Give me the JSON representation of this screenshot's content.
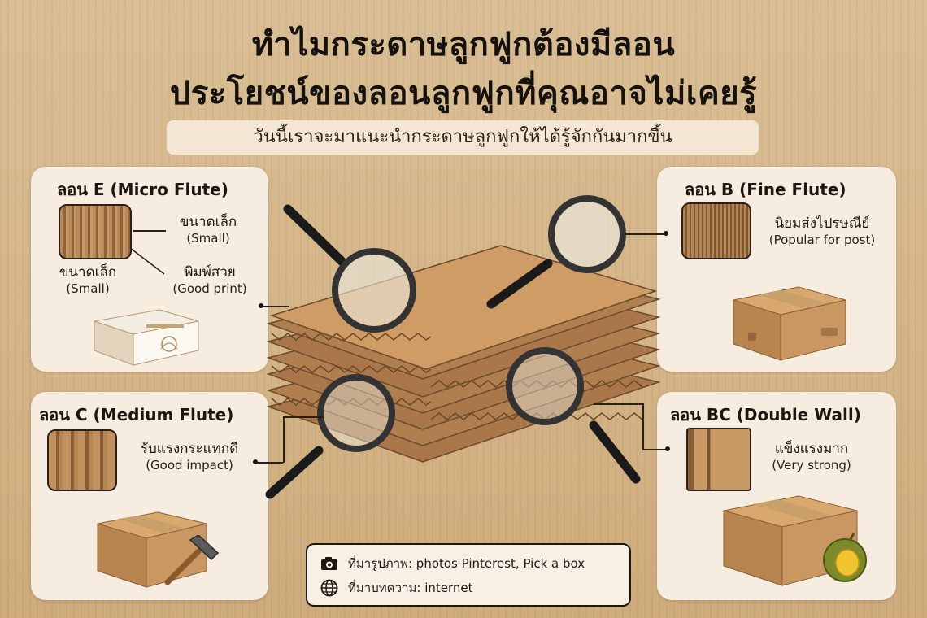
{
  "header": {
    "title_line1": "ทำไมกระดาษลูกฟูกต้องมีลอน",
    "title_line2": "ประโยชน์ของลอนลูกฟูกที่คุณอาจไม่เคยรู้",
    "subtitle": "วันนี้เราจะมาแนะนำกระดาษลูกฟูกให้ได้รู้จักกันมากขึ้น"
  },
  "panels": {
    "e": {
      "title": "ลอน E (Micro Flute)",
      "label1_th": "ขนาดเล็ก",
      "label1_en": "(Small)",
      "label2_th": "ขนาดเล็ก",
      "label2_en": "(Small)",
      "label3_th": "พิมพ์สวย",
      "label3_en": "(Good print)"
    },
    "b": {
      "title": "ลอน B (Fine Flute)",
      "label_th": "นิยมส่งไปรษณีย์",
      "label_en": "(Popular for post)"
    },
    "c": {
      "title": "ลอน C (Medium Flute)",
      "label_th": "รับแรงกระแทกดี",
      "label_en": "(Good impact)"
    },
    "bc": {
      "title": "ลอน BC (Double Wall)",
      "label_th": "แข็งแรงมาก",
      "label_en": "(Very strong)"
    }
  },
  "sources": {
    "photos": "ที่มารูปภาพ: photos Pinterest, Pick a box",
    "article": "ที่มาบทความ: internet"
  },
  "icons": {
    "camera": "camera-icon",
    "globe": "globe-icon",
    "magnifier": "magnifying-glass-icon",
    "hammer": "hammer-icon",
    "durian": "durian-icon"
  },
  "colors": {
    "background": "#d6b98c",
    "panel": "#f6ece0",
    "text": "#1c1610",
    "cardboard": "#c39563"
  }
}
